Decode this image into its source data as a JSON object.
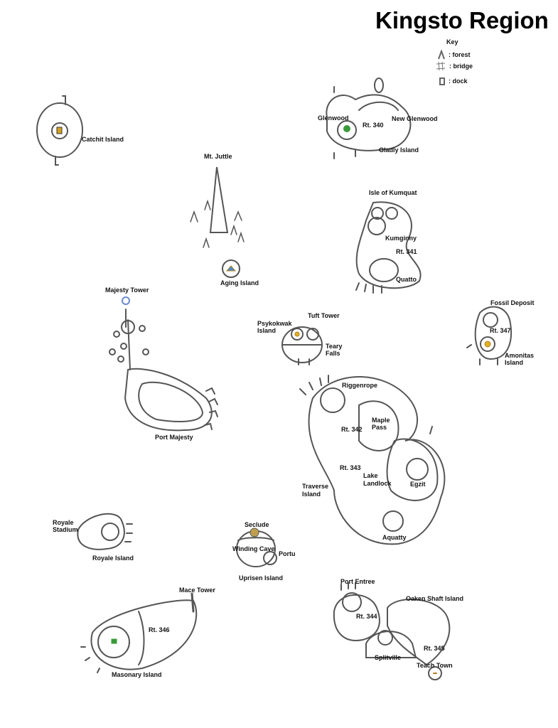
{
  "title": "Kingsto Region",
  "key": {
    "heading": "Key",
    "items": [
      {
        "icon": "forest-icon",
        "label": ": forest"
      },
      {
        "icon": "bridge-icon",
        "label": ": bridge"
      },
      {
        "icon": "dock-icon",
        "label": ": dock"
      }
    ]
  },
  "labels": {
    "catchit_island": "Catchit Island",
    "mt_juttle": "Mt. Juttle",
    "aging_island": "Aging Island",
    "majesty_tower": "Majesty Tower",
    "port_majesty": "Port Majesty",
    "glenwood": "Glenwood",
    "rt340": "Rt. 340",
    "new_glenwood": "New Glenwood",
    "gladly_island": "Gladly Island",
    "isle_of_kumquat": "Isle of Kumquat",
    "kumginny": "Kumginny",
    "rt341": "Rt. 341",
    "quatto": "Quatto",
    "psykokwak_island_1": "Psykokwak",
    "psykokwak_island_2": "Island",
    "tuft_tower": "Tuft Tower",
    "teary_falls_1": "Teary",
    "teary_falls_2": "Falls",
    "fossil_deposit": "Fossil Deposit",
    "rt347": "Rt. 347",
    "amonitas_island_1": "Amonitas",
    "amonitas_island_2": "Island",
    "riggenrope": "Riggenrope",
    "maple_pass_1": "Maple",
    "maple_pass_2": "Pass",
    "rt342": "Rt. 342",
    "rt343": "Rt. 343",
    "lake_landlock_1": "Lake",
    "lake_landlock_2": "Landlock",
    "egzit": "Egzit",
    "traverse_island_1": "Traverse",
    "traverse_island_2": "Island",
    "aquatty": "Aquatty",
    "royale_stadium_1": "Royale",
    "royale_stadium_2": "Stadium",
    "royale_island": "Royale Island",
    "seclude": "Seclude",
    "winding_cave": "Winding Cave",
    "portu": "Portu",
    "uprisen_island": "Uprisen Island",
    "mace_tower": "Mace Tower",
    "rt346": "Rt. 346",
    "masonary_island": "Masonary Island",
    "port_entree": "Port Entree",
    "rt344": "Rt. 344",
    "oaken_shaft_island": "Oaken Shaft Island",
    "splitville": "Splitville",
    "rt345": "Rt. 345",
    "teach_town": "Teach Town"
  },
  "colors": {
    "ink": "#555555",
    "gym_green": "#3a9a3a",
    "gym_yellow": "#e0b020",
    "gym_brown": "#9a5a20"
  }
}
